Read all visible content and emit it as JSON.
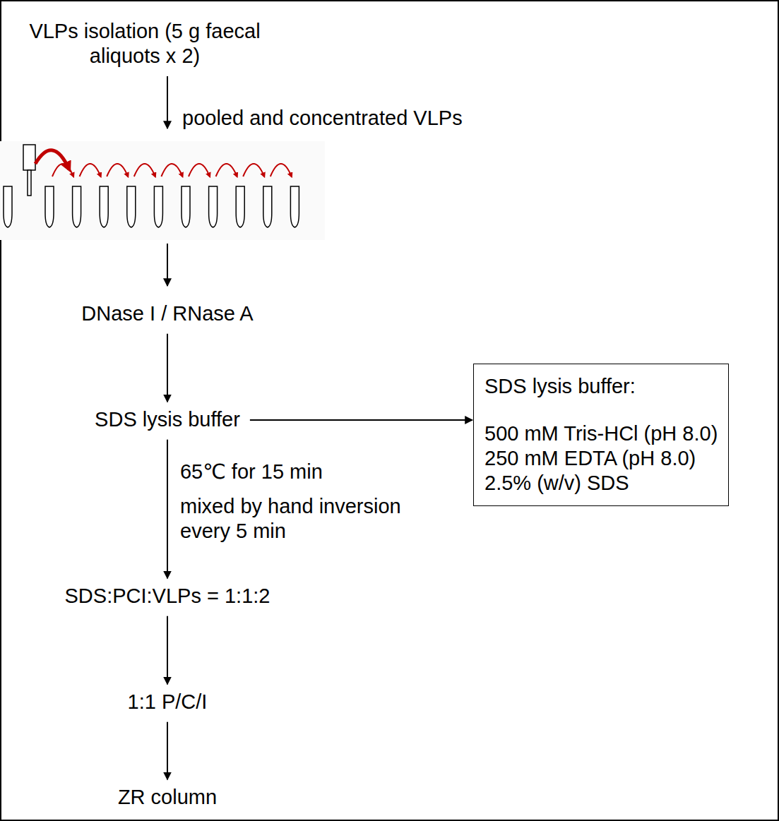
{
  "diagram": {
    "nodes": [
      {
        "text": [
          "VLPs isolation (5 g faecal aliquots x 2)"
        ]
      },
      {
        "text": [
          "DNase I / RNase A"
        ]
      },
      {
        "text": [
          "SDS lysis buffer"
        ]
      },
      {
        "text": [
          "SDS lysis buffer:",
          "500 mM Tris-HCl (pH 8.0)",
          "250 mM EDTA (pH 8.0)",
          "2.5% (w/v) SDS"
        ]
      },
      {
        "text": [
          "SDS:PCI:VLPs = 1:1:2"
        ]
      },
      {
        "text": [
          "1:1 P/C/I"
        ]
      },
      {
        "text": [
          "ZR column"
        ]
      }
    ],
    "edges": [
      {
        "from": 1,
        "to": 2,
        "arrow": "to"
      },
      {
        "from": 2,
        "to": 3,
        "arrow": "to"
      },
      {
        "from": 2,
        "to": 4,
        "label": "65℃ for 15 min",
        "arrow": "to"
      },
      {
        "from": 4,
        "to": 5,
        "arrow": "to"
      },
      {
        "from": 5,
        "to": 6,
        "arrow": "to"
      }
    ],
    "labels": [
      "pooled and concentrated VLPs",
      "mixed by hand inversion every 5 min"
    ]
  }
}
